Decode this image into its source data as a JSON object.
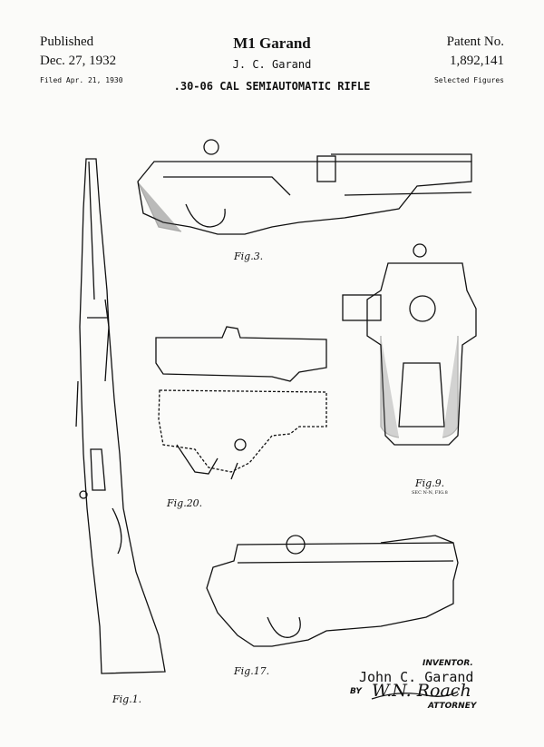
{
  "header": {
    "published_label": "Published",
    "published_date": "Dec. 27, 1932",
    "filed": "Filed Apr. 21, 1930",
    "title": "M1 Garand",
    "inventor": "J. C. Garand",
    "subtitle": ".30-06 CAL SEMIAUTOMATIC RIFLE",
    "patent_label": "Patent No.",
    "patent_number": "1,892,141",
    "selected": "Selected Figures"
  },
  "figures": {
    "fig1": "Fig.1.",
    "fig3": "Fig.3.",
    "fig9": "Fig.9.",
    "fig9_note": "SEC N-N, FIG.8",
    "fig17": "Fig.17.",
    "fig20": "Fig.20."
  },
  "signature": {
    "inventor_label": "INVENTOR.",
    "name": "John C. Garand",
    "by": "BY",
    "attorney_signature": "W.N. Roach",
    "attorney_label": "ATTORNEY"
  },
  "colors": {
    "ink": "#111111",
    "paper": "#fbfbf9"
  }
}
